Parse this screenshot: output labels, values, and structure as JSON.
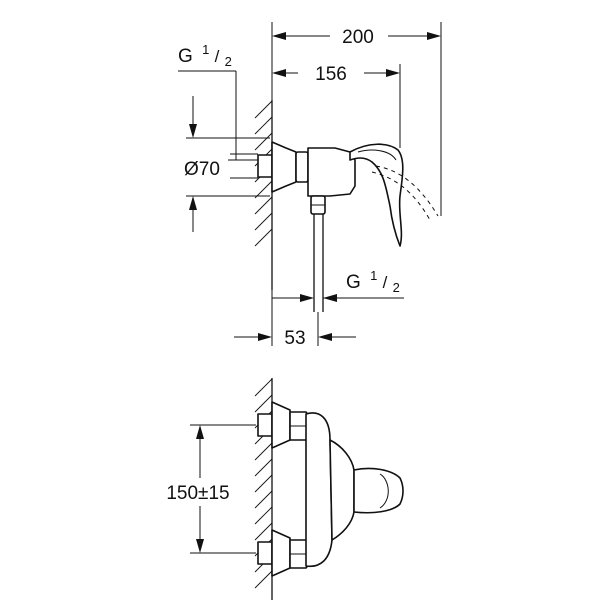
{
  "diagram": {
    "top_view": {
      "overall_length": "200",
      "spout_length": "156",
      "inlet_thread_label": {
        "base": "G",
        "num": "1",
        "den": "2"
      },
      "flange_diameter": "Ø70",
      "outlet_thread_label": {
        "base": "G",
        "num": "1",
        "den": "2"
      },
      "wall_offset": "53"
    },
    "front_view": {
      "inlet_spacing": "150±15"
    }
  }
}
